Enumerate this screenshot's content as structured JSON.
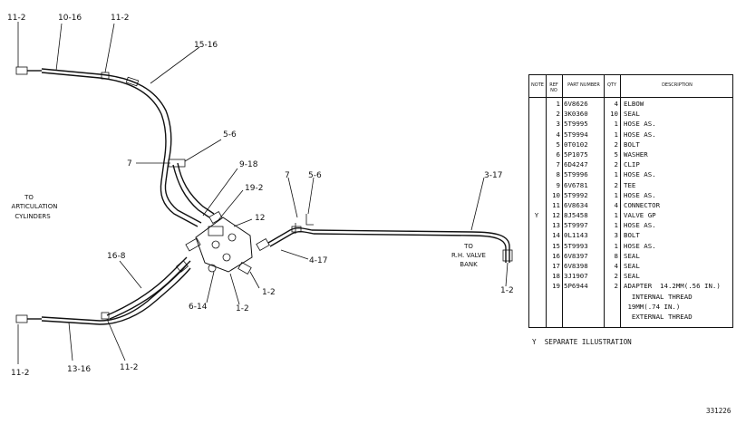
{
  "callouts": {
    "c_11_2_a": "11-2",
    "c_10_16": "10-16",
    "c_11_2_b": "11-2",
    "c_15_16": "15-16",
    "c_5_6_a": "5-6",
    "c_7_a": "7",
    "c_9_18": "9-18",
    "c_19_2": "19-2",
    "c_12": "12",
    "c_7_b": "7",
    "c_5_6_b": "5-6",
    "c_3_17": "3-17",
    "c_16_8": "16-8",
    "c_4_17": "4-17",
    "c_1_2_a": "1-2",
    "c_6_14": "6-14",
    "c_1_2_b": "1-2",
    "c_1_2_c": "1-2",
    "c_11_2_c": "11-2",
    "c_13_16": "13-16",
    "c_11_2_d": "11-2"
  },
  "notes": {
    "to_art_1": "TO",
    "to_art_2": "ARTICULATION",
    "to_art_3": "CYLINDERS",
    "to_valve_1": "TO",
    "to_valve_2": "R.H. VALVE",
    "to_valve_3": "BANK"
  },
  "table": {
    "headers": {
      "note": "NOTE",
      "ref": "REF NO",
      "part": "PART NUMBER",
      "qty": "QTY",
      "desc": "DESCRIPTION"
    },
    "rows": [
      {
        "note": "",
        "ref": "1",
        "part": "6V8626",
        "qty": "4",
        "desc": "ELBOW"
      },
      {
        "note": "",
        "ref": "2",
        "part": "3K0360",
        "qty": "10",
        "desc": "SEAL"
      },
      {
        "note": "",
        "ref": "3",
        "part": "5T9995",
        "qty": "1",
        "desc": "HOSE AS."
      },
      {
        "note": "",
        "ref": "4",
        "part": "5T9994",
        "qty": "1",
        "desc": "HOSE AS."
      },
      {
        "note": "",
        "ref": "5",
        "part": "0T0102",
        "qty": "2",
        "desc": "BOLT"
      },
      {
        "note": "",
        "ref": "6",
        "part": "5P1075",
        "qty": "5",
        "desc": "WASHER"
      },
      {
        "note": "",
        "ref": "7",
        "part": "6D4247",
        "qty": "2",
        "desc": "CLIP"
      },
      {
        "note": "",
        "ref": "8",
        "part": "5T9996",
        "qty": "1",
        "desc": "HOSE AS."
      },
      {
        "note": "",
        "ref": "9",
        "part": "6V6781",
        "qty": "2",
        "desc": "TEE"
      },
      {
        "note": "",
        "ref": "10",
        "part": "5T9992",
        "qty": "1",
        "desc": "HOSE AS."
      },
      {
        "note": "",
        "ref": "11",
        "part": "6V8634",
        "qty": "4",
        "desc": "CONNECTOR"
      },
      {
        "note": "Y",
        "ref": "12",
        "part": "8J5458",
        "qty": "1",
        "desc": "VALVE GP"
      },
      {
        "note": "",
        "ref": "13",
        "part": "5T9997",
        "qty": "1",
        "desc": "HOSE AS."
      },
      {
        "note": "",
        "ref": "14",
        "part": "0L1143",
        "qty": "3",
        "desc": "BOLT"
      },
      {
        "note": "",
        "ref": "15",
        "part": "5T9993",
        "qty": "1",
        "desc": "HOSE AS."
      },
      {
        "note": "",
        "ref": "16",
        "part": "6V8397",
        "qty": "8",
        "desc": "SEAL"
      },
      {
        "note": "",
        "ref": "17",
        "part": "6V8398",
        "qty": "4",
        "desc": "SEAL"
      },
      {
        "note": "",
        "ref": "18",
        "part": "3J1907",
        "qty": "2",
        "desc": "SEAL"
      },
      {
        "note": "",
        "ref": "19",
        "part": "5P6944",
        "qty": "2",
        "desc": "ADAPTER  14.2MM(.56 IN.)"
      },
      {
        "note": "",
        "ref": "",
        "part": "",
        "qty": "",
        "desc": "  INTERNAL THREAD"
      },
      {
        "note": "",
        "ref": "",
        "part": "",
        "qty": "",
        "desc": " 19MM(.74 IN.)"
      },
      {
        "note": "",
        "ref": "",
        "part": "",
        "qty": "",
        "desc": "  EXTERNAL THREAD"
      }
    ]
  },
  "footnote": "Y  SEPARATE ILLUSTRATION",
  "figure_number": "331226"
}
